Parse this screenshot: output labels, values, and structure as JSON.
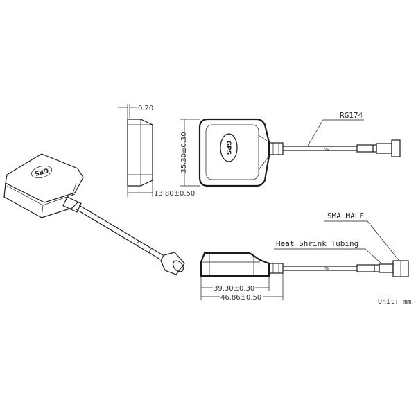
{
  "drawing": {
    "dimensions": {
      "top_clearance": "0.20",
      "thickness": "13.80±0.50",
      "width": "35.30±0.30",
      "body_length": "39.30±0.30",
      "overall_length": "46.86±0.50"
    },
    "labels": {
      "cable": "RG174",
      "connector": "SMA MALE",
      "sleeve": "Heat Shrink Tubing",
      "logo": "GPS"
    },
    "unit": "Unit:  mm"
  }
}
